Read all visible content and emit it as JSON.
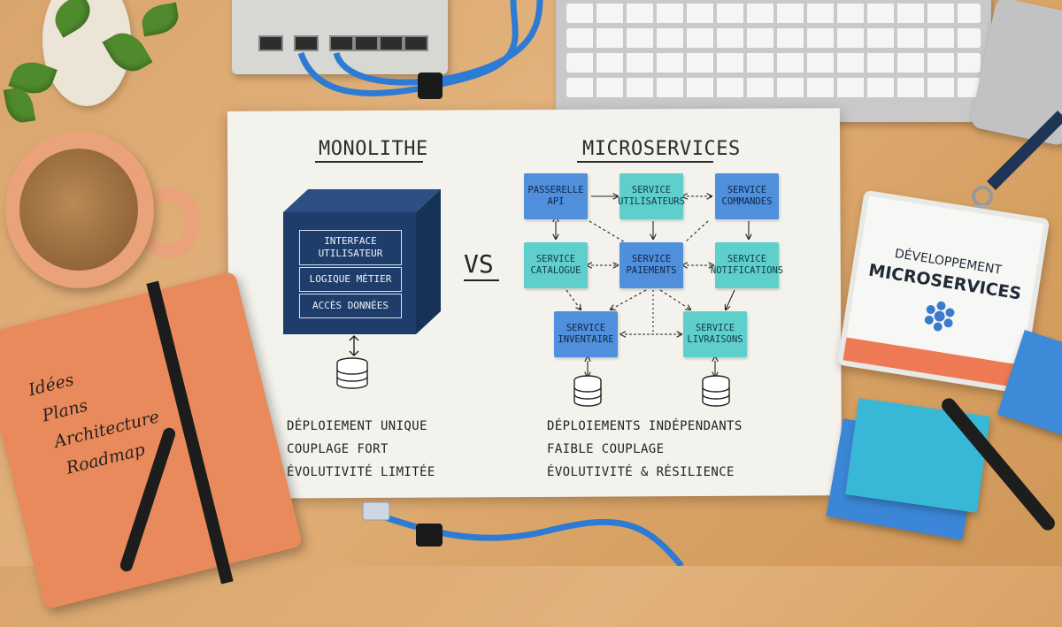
{
  "monolith": {
    "title": "MONOLITHE",
    "layers": [
      "INTERFACE\nUTILISATEUR",
      "LOGIQUE MÉTIER",
      "ACCÈS DONNÉES"
    ],
    "bullets": [
      "DÉPLOIEMENT UNIQUE",
      "COUPLAGE FORT",
      "ÉVOLUTIVITÉ LIMITÉE"
    ]
  },
  "versus": "VS",
  "microservices": {
    "title": "MICROSERVICES",
    "services": {
      "gateway": "PASSERELLE\nAPI",
      "users": "SERVICE\nUTILISATEURS",
      "orders": "SERVICE\nCOMMANDES",
      "catalog": "SERVICE\nCATALOGUE",
      "payments": "SERVICE\nPAIEMENTS",
      "notifications": "SERVICE\nNOTIFICATIONS",
      "inventory": "SERVICE\nINVENTAIRE",
      "deliveries": "SERVICE\nLIVRAISONS"
    },
    "bullets": [
      "DÉPLOIEMENTS INDÉPENDANTS",
      "FAIBLE COUPLAGE",
      "ÉVOLUTIVITÉ & RÉSILIENCE"
    ]
  },
  "notebook": {
    "lines": [
      "Idées",
      "Plans",
      "Architecture",
      "Roadmap"
    ]
  },
  "badge": {
    "line1": "DÉVELOPPEMENT",
    "line2": "MICROSERVICES"
  },
  "colors": {
    "service_blue": "#4f8fdc",
    "service_teal": "#5fcfcc",
    "monolith_navy": "#1f3d6a",
    "badge_accent": "#ee7a55"
  },
  "icons": [
    "database-icon",
    "plant",
    "coffee-mug",
    "network-switch",
    "keyboard",
    "pen",
    "ethernet-cable"
  ]
}
